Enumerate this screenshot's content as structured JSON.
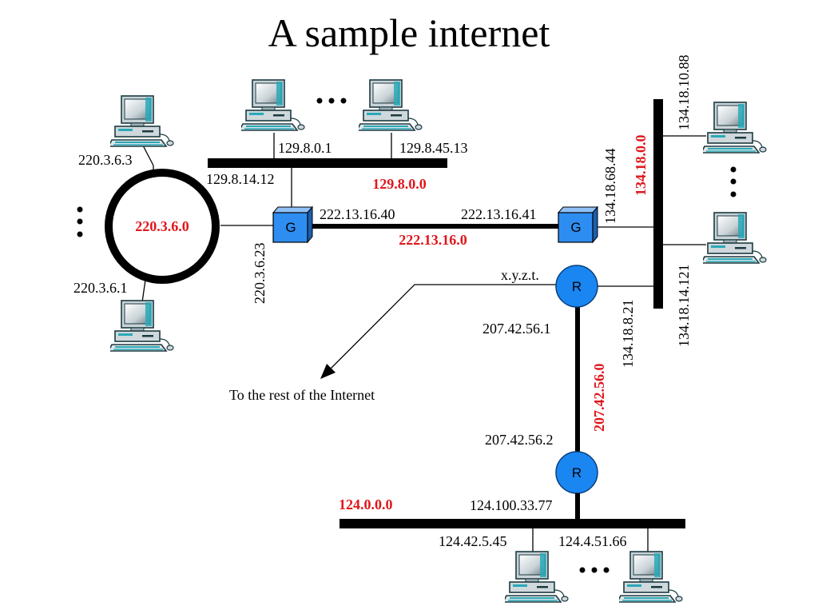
{
  "title": "A sample internet",
  "networks": {
    "ring": "220.3.6.0",
    "top_bus": "129.8.0.0",
    "gateway_link": "222.13.16.0",
    "right_bus": "134.18.0.0",
    "router_link": "207.42.56.0",
    "bottom_bus": "124.0.0.0"
  },
  "addresses": {
    "ring_host_top": "220.3.6.3",
    "ring_host_bottom": "220.3.6.1",
    "g1_ring_side": "220.3.6.23",
    "g1_top_bus": "129.8.14.12",
    "g1_link": "222.13.16.40",
    "g2_link": "222.13.16.41",
    "g2_right_bus": "134.18.68.44",
    "top_host_1": "129.8.0.1",
    "top_host_2": "129.8.45.13",
    "right_host_1": "134.18.10.88",
    "right_host_2": "134.18.14.121",
    "r1_external": "x.y.z.t.",
    "r1_right_bus": "134.18.8.21",
    "r1_link": "207.42.56.1",
    "r2_link": "207.42.56.2",
    "r2_bottom_bus": "124.100.33.77",
    "bottom_host_1": "124.42.5.45",
    "bottom_host_2": "124.4.51.66"
  },
  "nodes": {
    "gateway_letter": "G",
    "router_letter": "R"
  },
  "internet_label": "To the rest of the Internet",
  "colors": {
    "network_label": "#e0161b",
    "router_fill": "#1a86f2",
    "gateway_fill": "#2e8df0",
    "computer_body": "#cfd8dc",
    "computer_accent": "#2aa9b8",
    "line": "#000000"
  }
}
